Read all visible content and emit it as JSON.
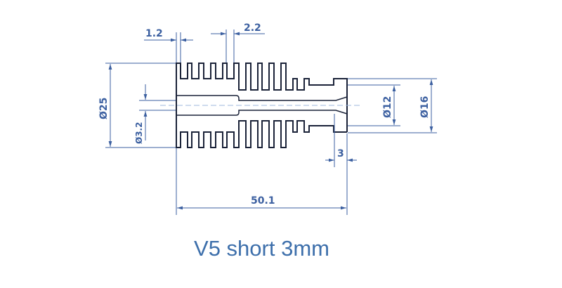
{
  "title": "V5 short 3mm",
  "dimensions": {
    "fin_wall": "1.2",
    "fin_pitch": "2.2",
    "outer_diameter": "Ø25",
    "bore_diameter": "Ø3.2",
    "neck_diameter": "Ø12",
    "collar_diameter": "Ø16",
    "collar_length": "3",
    "total_length": "50.1"
  },
  "colors": {
    "dimension": "#3b5fa0",
    "outline": "#1a2238",
    "title": "#3d6fab"
  }
}
